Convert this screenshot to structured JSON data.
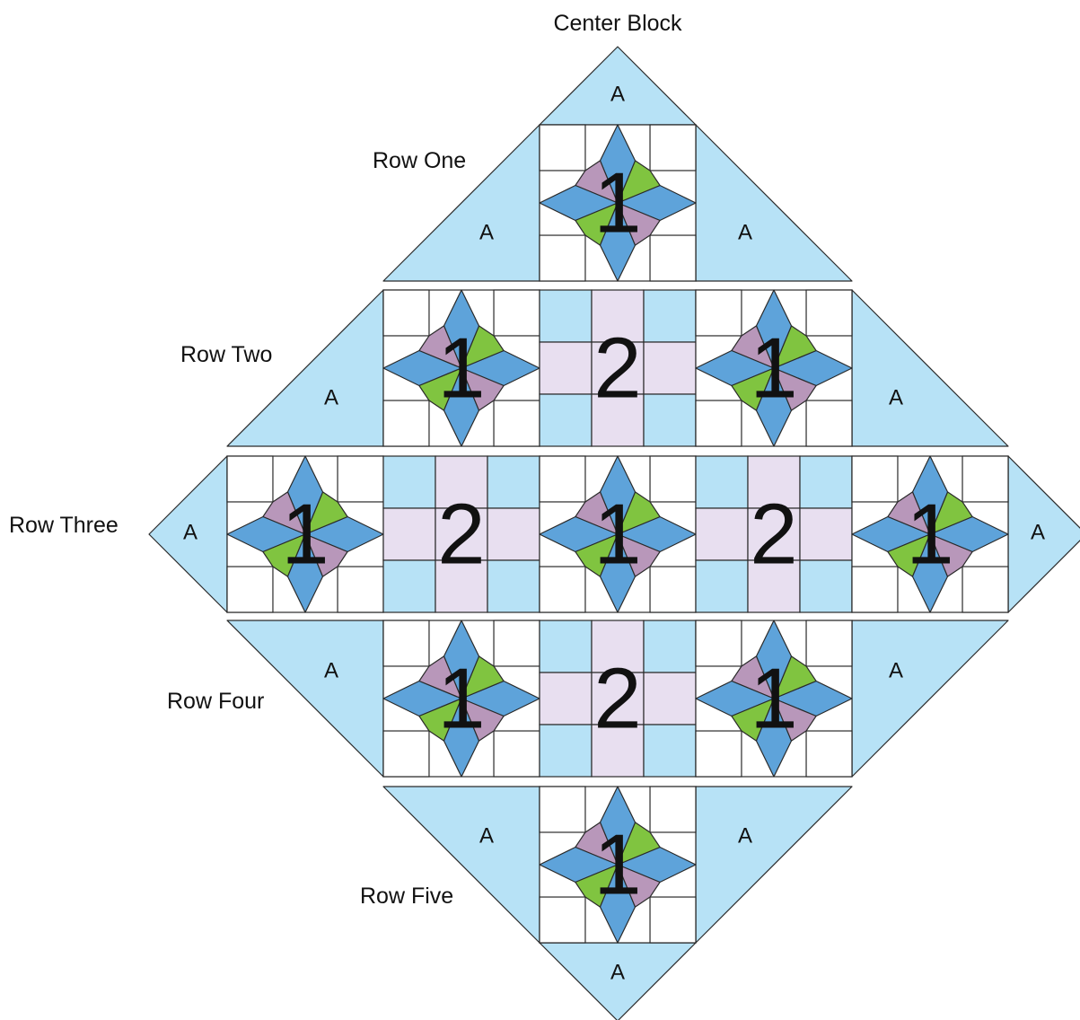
{
  "labels": {
    "center_block": "Center Block",
    "row_one": "Row One",
    "row_two": "Row Two",
    "row_three": "Row Three",
    "row_four": "Row Four",
    "row_five": "Row Five"
  },
  "setting_triangle_letter": "A",
  "block_numbers": {
    "star_block": "1",
    "nine_patch_block": "2"
  },
  "colors": {
    "setting_triangle": "#b7e2f6",
    "star_blue": "#5ea3da",
    "star_purple": "#b897ba",
    "star_green": "#80c440",
    "patch_blue": "#b7e2f6",
    "patch_lilac": "#e8dff0",
    "background_square": "#ffffff",
    "outline": "#2a2a2a"
  },
  "rows": [
    {
      "name": "row-one",
      "blocks": [
        "1"
      ]
    },
    {
      "name": "row-two",
      "blocks": [
        "1",
        "2",
        "1"
      ]
    },
    {
      "name": "row-three",
      "blocks": [
        "1",
        "2",
        "1",
        "2",
        "1"
      ]
    },
    {
      "name": "row-four",
      "blocks": [
        "1",
        "2",
        "1"
      ]
    },
    {
      "name": "row-five",
      "blocks": [
        "1"
      ]
    }
  ]
}
